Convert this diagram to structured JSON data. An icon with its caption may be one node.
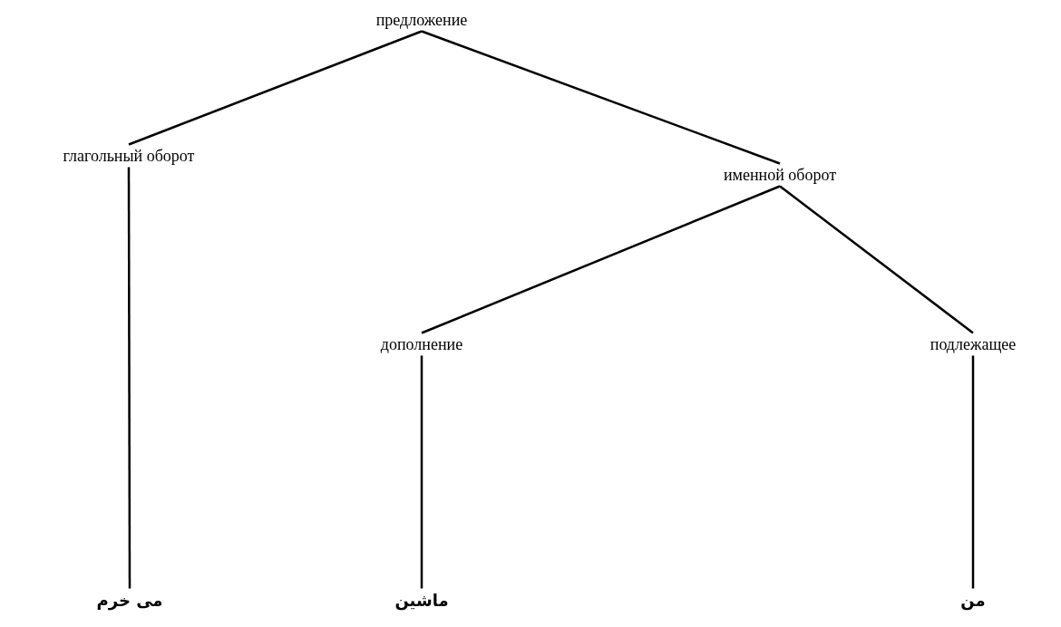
{
  "diagram": {
    "nodes": [
      {
        "text": [
          "предложение"
        ]
      },
      {
        "text": [
          "глагольный оборот"
        ]
      },
      {
        "text": [
          "именной оборот"
        ]
      },
      {
        "text": [
          "дополнение"
        ]
      },
      {
        "text": [
          "подлежащее"
        ]
      },
      {
        "text": [
          "می خرم"
        ]
      },
      {
        "text": [
          "ماشین"
        ]
      },
      {
        "text": [
          "من"
        ]
      }
    ],
    "edges": [
      {
        "from": 0,
        "to": 1,
        "arrow": "none"
      },
      {
        "from": 0,
        "to": 2,
        "arrow": "none"
      },
      {
        "from": 1,
        "to": 5,
        "arrow": "none"
      },
      {
        "from": 2,
        "to": 3,
        "arrow": "none"
      },
      {
        "from": 2,
        "to": 4,
        "arrow": "none"
      },
      {
        "from": 3,
        "to": 6,
        "arrow": "none"
      },
      {
        "from": 4,
        "to": 7,
        "arrow": "none"
      }
    ]
  }
}
